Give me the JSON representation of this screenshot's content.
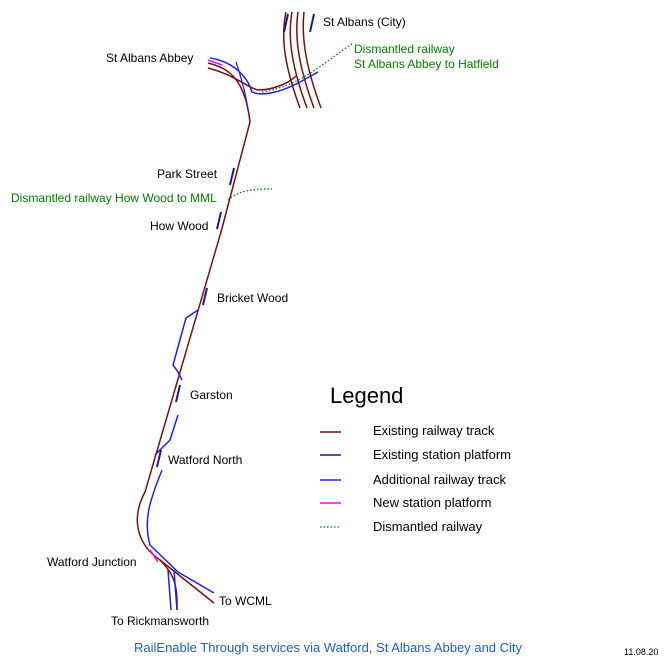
{
  "stations": {
    "st_albans_city": "St Albans (City)",
    "st_albans_abbey": "St Albans Abbey",
    "park_street": "Park Street",
    "how_wood": "How Wood",
    "bricket_wood": "Bricket Wood",
    "garston": "Garston",
    "watford_north": "Watford North",
    "watford_junction": "Watford Junction"
  },
  "destinations": {
    "to_wcml": "To WCML",
    "to_rickmansworth": "To Rickmansworth"
  },
  "annotations": {
    "dismantled_hatfield_line1": "Dismantled railway",
    "dismantled_hatfield_line2": "St Albans Abbey to Hatfield",
    "dismantled_how_wood": "Dismantled railway How Wood to MML"
  },
  "legend": {
    "title": "Legend",
    "items": [
      {
        "label": "Existing railway track",
        "color": "#7a1010",
        "style": "solid"
      },
      {
        "label": "Existing station platform",
        "color": "#1a1a8c",
        "style": "solid"
      },
      {
        "label": "Additional railway track",
        "color": "#1f1fe6",
        "style": "solid"
      },
      {
        "label": "New station platform",
        "color": "#ff00ff",
        "style": "solid"
      },
      {
        "label": "Dismantled railway",
        "color": "#008000",
        "style": "dotted"
      }
    ]
  },
  "footer": {
    "title": "RailEnable  Through services via Watford, St Albans Abbey and City",
    "date": "11.08.20"
  },
  "colors": {
    "existing_track": "#7a1010",
    "existing_platform": "#1a1a8c",
    "additional_track": "#1f1fe6",
    "new_platform": "#ff00ff",
    "dismantled": "#008000",
    "footer_text": "#1f5fbf"
  }
}
